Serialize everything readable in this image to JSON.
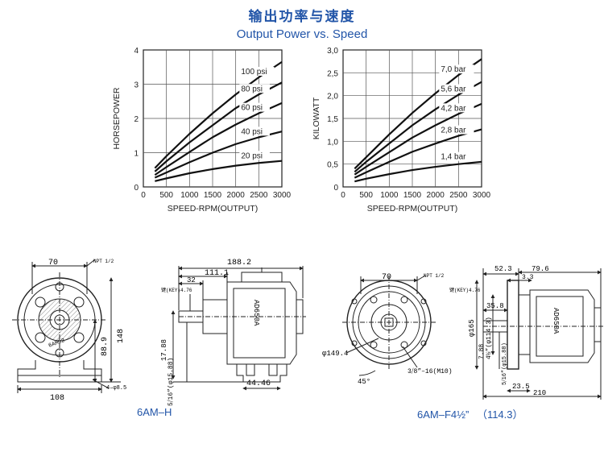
{
  "header": {
    "title_cn": "输出功率与速度",
    "title_en": "Output Power vs. Speed"
  },
  "chart_data": [
    {
      "type": "line",
      "ylabel": "HORSEPOWER",
      "xlabel": "SPEED-RPM(OUTPUT)",
      "xlim": [
        0,
        3000
      ],
      "ylim": [
        0,
        4
      ],
      "x_ticks": [
        "0",
        "500",
        "1000",
        "1500",
        "2000",
        "2500",
        "3000"
      ],
      "y_ticks": [
        "0",
        "1",
        "2",
        "3",
        "4"
      ],
      "grid": true,
      "series": [
        {
          "name": "100 psi",
          "x": [
            250,
            500,
            1000,
            1500,
            2000,
            2500,
            3000
          ],
          "y": [
            0.55,
            0.9,
            1.55,
            2.15,
            2.7,
            3.2,
            3.65
          ]
        },
        {
          "name": "80 psi",
          "x": [
            250,
            500,
            1000,
            1500,
            2000,
            2500,
            3000
          ],
          "y": [
            0.45,
            0.75,
            1.3,
            1.8,
            2.3,
            2.7,
            3.05
          ]
        },
        {
          "name": "60 psi",
          "x": [
            250,
            500,
            1000,
            1500,
            2000,
            2500,
            3000
          ],
          "y": [
            0.35,
            0.58,
            1.02,
            1.45,
            1.82,
            2.15,
            2.45
          ]
        },
        {
          "name": "40 psi",
          "x": [
            250,
            500,
            1000,
            1500,
            2000,
            2500,
            3000
          ],
          "y": [
            0.27,
            0.42,
            0.72,
            1.0,
            1.25,
            1.45,
            1.62
          ]
        },
        {
          "name": "20 psi",
          "x": [
            250,
            500,
            1000,
            1500,
            2000,
            2500,
            3000
          ],
          "y": [
            0.17,
            0.25,
            0.4,
            0.52,
            0.62,
            0.7,
            0.76
          ]
        }
      ]
    },
    {
      "type": "line",
      "ylabel": "KILOWATT",
      "xlabel": "SPEED-RPM(OUTPUT)",
      "xlim": [
        0,
        3000
      ],
      "ylim": [
        0,
        3.0
      ],
      "x_ticks": [
        "0",
        "500",
        "1000",
        "1500",
        "2000",
        "2500",
        "3000"
      ],
      "y_ticks": [
        "0",
        "0,5",
        "1,0",
        "1,5",
        "2,0",
        "2,5",
        "3,0"
      ],
      "grid": true,
      "series": [
        {
          "name": "7,0 bar",
          "x": [
            250,
            500,
            1000,
            1500,
            2000,
            2500,
            3000
          ],
          "y": [
            0.4,
            0.65,
            1.15,
            1.62,
            2.05,
            2.45,
            2.8
          ]
        },
        {
          "name": "5,6 bar",
          "x": [
            250,
            500,
            1000,
            1500,
            2000,
            2500,
            3000
          ],
          "y": [
            0.33,
            0.55,
            0.95,
            1.35,
            1.7,
            2.02,
            2.3
          ]
        },
        {
          "name": "4,2 bar",
          "x": [
            250,
            500,
            1000,
            1500,
            2000,
            2500,
            3000
          ],
          "y": [
            0.27,
            0.44,
            0.76,
            1.08,
            1.35,
            1.6,
            1.82
          ]
        },
        {
          "name": "2,8 bar",
          "x": [
            250,
            500,
            1000,
            1500,
            2000,
            2500,
            3000
          ],
          "y": [
            0.2,
            0.32,
            0.55,
            0.77,
            0.95,
            1.12,
            1.26
          ]
        },
        {
          "name": "1,4 bar",
          "x": [
            250,
            500,
            1000,
            1500,
            2000,
            2500,
            3000
          ],
          "y": [
            0.12,
            0.18,
            0.28,
            0.37,
            0.44,
            0.5,
            0.55
          ]
        }
      ]
    }
  ],
  "drawing_h": {
    "caption": "6AM–H",
    "model_text": "AD650A",
    "front_code": "6AM02",
    "dims": {
      "width_top": "70",
      "npt": "NPT 1/2",
      "height_148": "148",
      "height_88": "88.9",
      "base_108": "108",
      "holes": "4–φ8.5",
      "len_188": "188.2",
      "len_111": "111.1",
      "len_32": "32",
      "key": "键(KEY)4.76",
      "shaft_1788": "17.88",
      "shaft_dia": "5⧸16”(φ15.88)",
      "base_4446": "44.46"
    }
  },
  "drawing_f": {
    "caption": "6AM–F4½”",
    "caption_mm": "（114.3）",
    "model_text": "AD650A",
    "dims": {
      "width_top": "70",
      "npt": "NPT 1/2",
      "dia_149": "φ149.4",
      "thread": "3⧸8”–16(M10)",
      "angle": "45°",
      "d_523": "52.3",
      "d_796": "79.6",
      "d_33": "3.3",
      "key": "键(KEY)4.76",
      "d_358": "35.8",
      "dia_165": "φ165",
      "dia_1143": "4½”(φ114.3)",
      "d_788": "7.88",
      "shaft_dia": "5⧸16”(φ15.88)",
      "d_235": "23.5",
      "d_210": "210"
    }
  }
}
